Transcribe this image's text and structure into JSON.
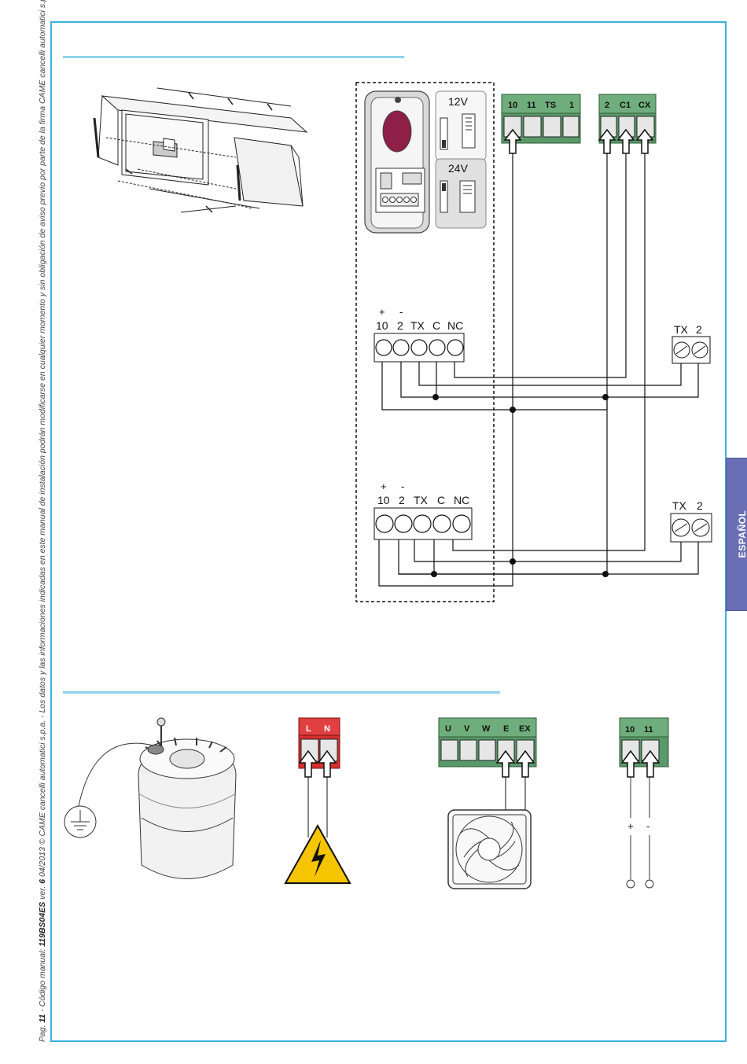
{
  "footer": {
    "page_prefix": "Pag.",
    "page_number": "11",
    "manual_prefix": " - Código manual: ",
    "manual_code": "119BS04ES",
    "version_prefix": " ver. ",
    "version": "6",
    "rest": "  04/2013  © CAME cancelli automatici s.p.a. - Los datos y las informaciones indicadas en este manual de instalación podrán modificarse en cualquier momento y sin obligación de aviso previo por parte de la firma CAME cancelli automatici s.p.a."
  },
  "language_tab": "ESPAÑOL",
  "photocell_diagram": {
    "voltage_12": "12V",
    "voltage_24": "24V",
    "board_top_left": [
      "10",
      "11",
      "TS",
      "1"
    ],
    "board_top_right": [
      "2",
      "C1",
      "CX"
    ],
    "rx_unit_1": {
      "plus": "+",
      "minus": "-",
      "terminals": [
        "10",
        "2",
        "TX",
        "C",
        "NC"
      ]
    },
    "rx_unit_2": {
      "plus": "+",
      "minus": "-",
      "terminals": [
        "10",
        "2",
        "TX",
        "C",
        "NC"
      ]
    },
    "tx_unit_1": [
      "TX",
      "2"
    ],
    "tx_unit_2": [
      "TX",
      "2"
    ]
  },
  "power_terminals": [
    "L",
    "N"
  ],
  "motor_terminals": [
    "U",
    "V",
    "W",
    "E",
    "EX"
  ],
  "accessory_terminals": {
    "labels": [
      "10",
      "11"
    ],
    "plus": "+",
    "minus": "-"
  },
  "colors": {
    "frame": "#3cb0de",
    "rule": "#8fd3f0",
    "tab": "#6a6fb5",
    "terminal_green": "#5a9a6a",
    "terminal_red": "#d43030",
    "warning": "#f6c400",
    "button": "#8e1f47"
  }
}
